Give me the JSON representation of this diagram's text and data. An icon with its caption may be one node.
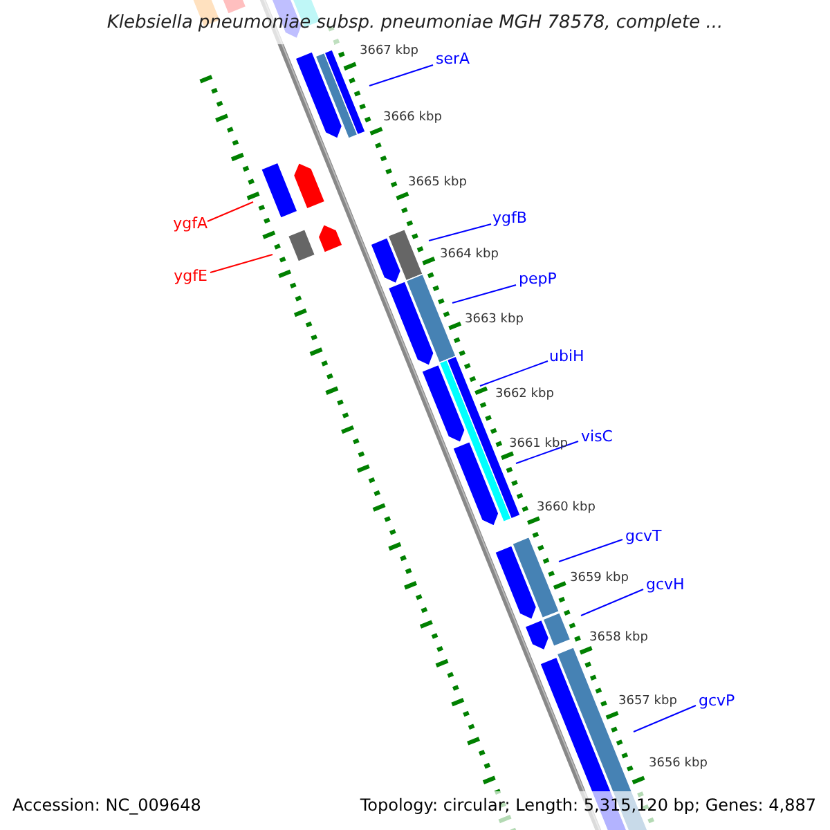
{
  "diagram": {
    "title": "Klebsiella pneumoniae subsp. pneumoniae MGH 78578, complete ...",
    "nodes": [
      {
        "text": [
          "serA"
        ]
      },
      {
        "text": [
          "ygfB"
        ]
      },
      {
        "text": [
          "ygfA"
        ]
      },
      {
        "text": [
          "ygfE"
        ]
      },
      {
        "text": [
          "pepP"
        ]
      },
      {
        "text": [
          "ubiH"
        ]
      },
      {
        "text": [
          "visC"
        ]
      },
      {
        "text": [
          "gcvT"
        ]
      },
      {
        "text": [
          "gcvH"
        ]
      },
      {
        "text": [
          "gcvP"
        ]
      }
    ],
    "edges": [
      {
        "from": 0,
        "to": null,
        "arrow": "none"
      },
      {
        "from": 1,
        "to": null,
        "arrow": "none"
      },
      {
        "from": 2,
        "to": null,
        "arrow": "none",
        "color": "#ff0000"
      },
      {
        "from": 3,
        "to": null,
        "arrow": "none",
        "color": "#ff0000"
      },
      {
        "from": 4,
        "to": null,
        "arrow": "none"
      },
      {
        "from": 5,
        "to": null,
        "arrow": "none"
      },
      {
        "from": 6,
        "to": null,
        "arrow": "none"
      },
      {
        "from": 7,
        "to": null,
        "arrow": "none"
      },
      {
        "from": 8,
        "to": null,
        "arrow": "none"
      },
      {
        "from": 9,
        "to": null,
        "arrow": "none"
      }
    ],
    "labels": [
      "3667 kbp",
      "3666 kbp",
      "3665 kbp",
      "3664 kbp",
      "3663 kbp",
      "3662 kbp",
      "3661 kbp",
      "3660 kbp",
      "3659 kbp",
      "3658 kbp",
      "3657 kbp",
      "3656 kbp",
      "Accession: NC_009648",
      "Topology: circular; Length: 5,315,120 bp; Genes: 4,887"
    ]
  }
}
